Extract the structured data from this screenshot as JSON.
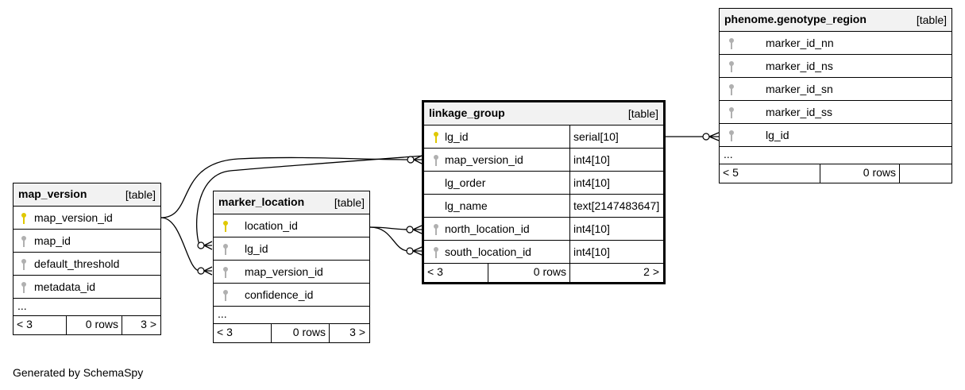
{
  "generator": "Generated by SchemaSpy",
  "colors": {
    "primary_key": "#e0c800",
    "foreign_key": "#b0b0b0",
    "header_bg": "#f2f2f2"
  },
  "tables": {
    "map_version": {
      "name": "map_version",
      "type": "[table]",
      "columns": [
        {
          "name": "map_version_id",
          "icon": "primary-key-icon"
        },
        {
          "name": "map_id",
          "icon": "foreign-key-icon"
        },
        {
          "name": "default_threshold",
          "icon": "foreign-key-icon"
        },
        {
          "name": "metadata_id",
          "icon": "foreign-key-icon"
        }
      ],
      "ellipsis": "...",
      "footer": {
        "parents": "< 3",
        "rows": "0 rows",
        "children": "3 >"
      }
    },
    "marker_location": {
      "name": "marker_location",
      "type": "[table]",
      "columns": [
        {
          "name": "location_id",
          "icon": "primary-key-icon"
        },
        {
          "name": "lg_id",
          "icon": "foreign-key-icon"
        },
        {
          "name": "map_version_id",
          "icon": "foreign-key-icon"
        },
        {
          "name": "confidence_id",
          "icon": "foreign-key-icon"
        }
      ],
      "ellipsis": "...",
      "footer": {
        "parents": "< 3",
        "rows": "0 rows",
        "children": "3 >"
      }
    },
    "linkage_group": {
      "name": "linkage_group",
      "type": "[table]",
      "columns": [
        {
          "name": "lg_id",
          "datatype": "serial[10]",
          "icon": "primary-key-icon"
        },
        {
          "name": "map_version_id",
          "datatype": "int4[10]",
          "icon": "foreign-key-icon"
        },
        {
          "name": "lg_order",
          "datatype": "int4[10]",
          "icon": ""
        },
        {
          "name": "lg_name",
          "datatype": "text[2147483647]",
          "icon": ""
        },
        {
          "name": "north_location_id",
          "datatype": "int4[10]",
          "icon": "foreign-key-icon"
        },
        {
          "name": "south_location_id",
          "datatype": "int4[10]",
          "icon": "foreign-key-icon"
        }
      ],
      "footer": {
        "parents": "< 3",
        "rows": "0 rows",
        "children": "2 >"
      }
    },
    "genotype_region": {
      "name": "phenome.genotype_region",
      "type": "[table]",
      "columns": [
        {
          "name": "marker_id_nn",
          "icon": "foreign-key-icon"
        },
        {
          "name": "marker_id_ns",
          "icon": "foreign-key-icon"
        },
        {
          "name": "marker_id_sn",
          "icon": "foreign-key-icon"
        },
        {
          "name": "marker_id_ss",
          "icon": "foreign-key-icon"
        },
        {
          "name": "lg_id",
          "icon": "foreign-key-icon"
        }
      ],
      "ellipsis": "...",
      "footer": {
        "parents": "< 5",
        "rows": "0 rows",
        "children": ""
      }
    }
  }
}
